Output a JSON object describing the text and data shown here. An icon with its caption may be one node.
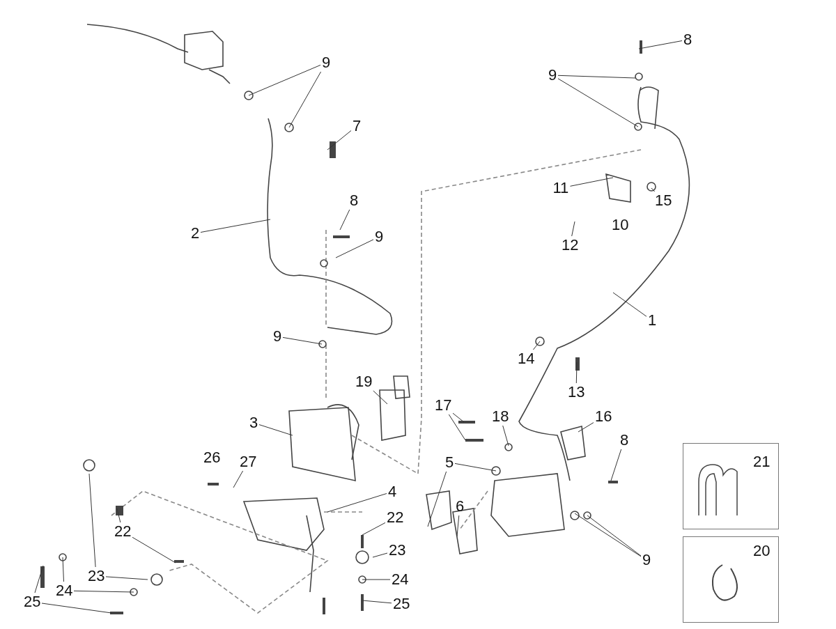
{
  "diagram": {
    "nodes": [
      {
        "text": [
          "9"
        ]
      },
      {
        "text": [
          "8"
        ]
      },
      {
        "text": [
          "9"
        ]
      },
      {
        "text": [
          "7"
        ]
      },
      {
        "text": [
          "11"
        ]
      },
      {
        "text": [
          "15"
        ]
      },
      {
        "text": [
          "8"
        ]
      },
      {
        "text": [
          "2"
        ]
      },
      {
        "text": [
          "9"
        ]
      },
      {
        "text": [
          "12"
        ]
      },
      {
        "text": [
          "1"
        ]
      },
      {
        "text": [
          "9"
        ]
      },
      {
        "text": [
          "14"
        ]
      },
      {
        "text": [
          "13"
        ]
      },
      {
        "text": [
          "19"
        ]
      },
      {
        "text": [
          "17"
        ]
      },
      {
        "text": [
          "18"
        ]
      },
      {
        "text": [
          "16"
        ]
      },
      {
        "text": [
          "3"
        ]
      },
      {
        "text": [
          "8"
        ]
      },
      {
        "text": [
          "27"
        ]
      },
      {
        "text": [
          "5"
        ]
      },
      {
        "text": [
          "21"
        ]
      },
      {
        "text": [
          "4"
        ]
      },
      {
        "text": [
          "6"
        ]
      },
      {
        "text": [
          "22"
        ]
      },
      {
        "text": [
          "22"
        ]
      },
      {
        "text": [
          "20"
        ]
      },
      {
        "text": [
          "23"
        ]
      },
      {
        "text": [
          "9"
        ]
      },
      {
        "text": [
          "23"
        ]
      },
      {
        "text": [
          "24"
        ]
      },
      {
        "text": [
          "24"
        ]
      },
      {
        "text": [
          "25"
        ]
      },
      {
        "text": [
          "25"
        ]
      }
    ],
    "edges": [
      {
        "from": 0,
        "to": null,
        "arrow": "none"
      },
      {
        "from": 0,
        "to": null,
        "arrow": "none"
      },
      {
        "from": 1,
        "to": null,
        "arrow": "none"
      },
      {
        "from": 2,
        "to": null,
        "arrow": "none"
      },
      {
        "from": 2,
        "to": null,
        "arrow": "none"
      },
      {
        "from": 3,
        "to": null,
        "arrow": "none"
      },
      {
        "from": 4,
        "to": null,
        "arrow": "none"
      },
      {
        "from": 5,
        "to": null,
        "arrow": "none"
      },
      {
        "from": 6,
        "to": null,
        "arrow": "none"
      },
      {
        "from": 7,
        "to": null,
        "arrow": "none"
      },
      {
        "from": 8,
        "to": null,
        "arrow": "none"
      },
      {
        "from": 9,
        "to": null,
        "arrow": "none"
      },
      {
        "from": 10,
        "to": null,
        "arrow": "none"
      },
      {
        "from": 11,
        "to": null,
        "arrow": "none"
      },
      {
        "from": 12,
        "to": null,
        "arrow": "none"
      },
      {
        "from": 13,
        "to": null,
        "arrow": "none"
      },
      {
        "from": 14,
        "to": null,
        "arrow": "none"
      },
      {
        "from": 15,
        "to": null,
        "arrow": "none"
      },
      {
        "from": 15,
        "to": null,
        "arrow": "none"
      },
      {
        "from": 16,
        "to": null,
        "arrow": "none"
      },
      {
        "from": 17,
        "to": null,
        "arrow": "none"
      },
      {
        "from": 18,
        "to": null,
        "arrow": "none"
      },
      {
        "from": 19,
        "to": null,
        "arrow": "none"
      },
      {
        "from": 20,
        "to": null,
        "arrow": "none"
      },
      {
        "from": 21,
        "to": null,
        "arrow": "none"
      },
      {
        "from": 21,
        "to": null,
        "arrow": "none"
      },
      {
        "from": 23,
        "to": null,
        "arrow": "none"
      },
      {
        "from": 24,
        "to": null,
        "arrow": "none"
      },
      {
        "from": 25,
        "to": null,
        "arrow": "none"
      },
      {
        "from": 26,
        "to": null,
        "arrow": "none"
      },
      {
        "from": 26,
        "to": null,
        "arrow": "none"
      },
      {
        "from": 28,
        "to": null,
        "arrow": "none"
      },
      {
        "from": 29,
        "to": null,
        "arrow": "none"
      },
      {
        "from": 29,
        "to": null,
        "arrow": "none"
      },
      {
        "from": 30,
        "to": null,
        "arrow": "none"
      },
      {
        "from": 30,
        "to": null,
        "arrow": "none"
      },
      {
        "from": 31,
        "to": null,
        "arrow": "none"
      },
      {
        "from": 32,
        "to": null,
        "arrow": "none"
      },
      {
        "from": 32,
        "to": null,
        "arrow": "none"
      },
      {
        "from": 33,
        "to": null,
        "arrow": "none"
      },
      {
        "from": 34,
        "to": null,
        "arrow": "none"
      },
      {
        "from": 34,
        "to": null,
        "arrow": "none"
      }
    ],
    "labels": [
      "10",
      "26"
    ]
  }
}
